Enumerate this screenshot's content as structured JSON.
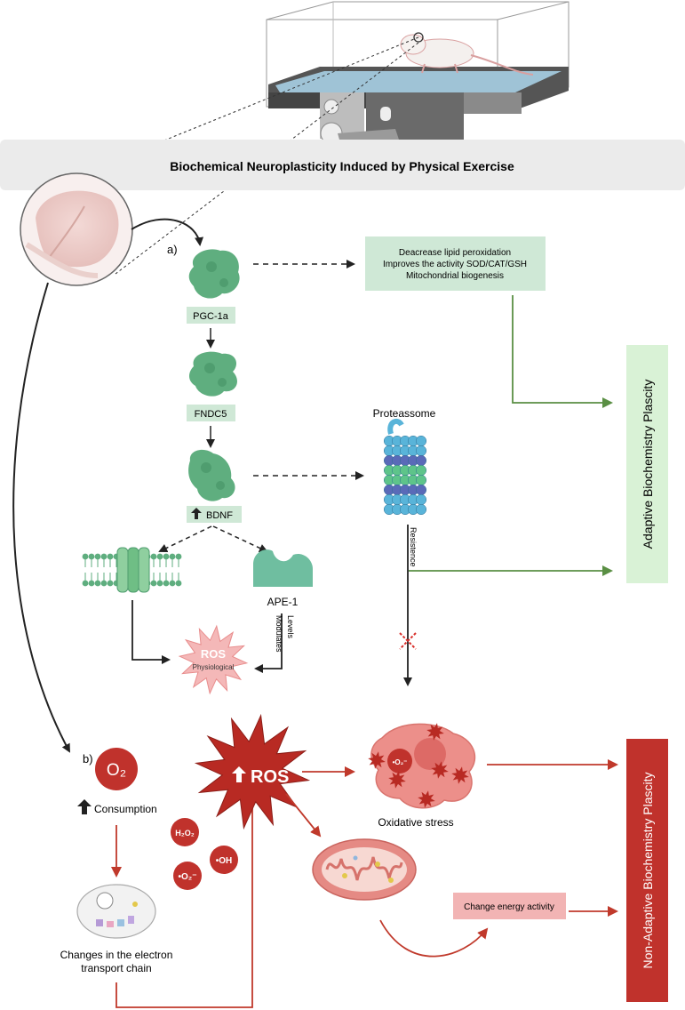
{
  "title": "Biochemical Neuroplasticity Induced by Physical Exercise",
  "panel_a_label": "a)",
  "panel_b_label": "b)",
  "pathway_a": {
    "pgc": "PGC-1a",
    "fndc5": "FNDC5",
    "bdnf": "BDNF",
    "effects": [
      "Deacrease lipid peroxidation",
      "Improves the activity SOD/CAT/GSH",
      "Mitochondrial biogenesis"
    ],
    "proteasome": "Proteassome",
    "resistance": "Resistence",
    "ape1": "APE-1",
    "modulates": "Modulates",
    "levels": "Levels",
    "ros_phys_main": "ROS",
    "ros_phys_sub": "Physiological"
  },
  "adaptive_label": "Adaptive Biochemistry Plascity",
  "pathway_b": {
    "o2": "O₂",
    "consumption": "Consumption",
    "etc_line1": "Changes in the electron",
    "etc_line2": "transport chain",
    "ros": "ROS",
    "h2o2": "H₂O₂",
    "oh": "•OH",
    "o2_radical": "•O₂⁻",
    "oxidative_stress": "Oxidative stress",
    "energy_box": "Change energy activity",
    "cell_radical": "•O₂⁻"
  },
  "nonadaptive_label": "Non-Adaptive Biochemistry Plascity",
  "colors": {
    "green_protein": "#5fae7f",
    "green_box": "#cfe8d6",
    "green_arrow": "#5a8f44",
    "red_dark": "#c0322c",
    "red_arrow": "#c0392b",
    "pink_box": "#f2b4b4",
    "pink_star": "#f4b8b8",
    "title_bar": "#ebebeb"
  },
  "icons": [
    "treadmill-rat-illustration",
    "brain-zoom-icon",
    "membrane-receptor-icon",
    "ape1-icon",
    "proteasome-icon",
    "mitochondrion-icon",
    "cell-icon"
  ]
}
